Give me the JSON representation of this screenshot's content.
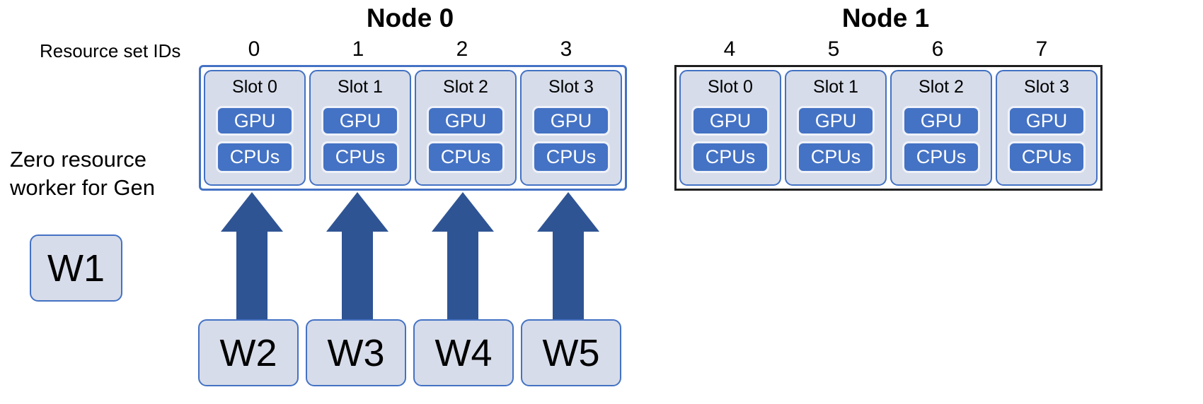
{
  "labels": {
    "resource_set_ids": "Resource set IDs",
    "zero_resource_worker_line1": "Zero resource",
    "zero_resource_worker_line2": "worker for Gen"
  },
  "nodes": [
    {
      "title": "Node 0",
      "resource_set_ids": [
        "0",
        "1",
        "2",
        "3"
      ],
      "slots": [
        {
          "label": "Slot 0",
          "gpu": "GPU",
          "cpus": "CPUs"
        },
        {
          "label": "Slot 1",
          "gpu": "GPU",
          "cpus": "CPUs"
        },
        {
          "label": "Slot 2",
          "gpu": "GPU",
          "cpus": "CPUs"
        },
        {
          "label": "Slot 3",
          "gpu": "GPU",
          "cpus": "CPUs"
        }
      ]
    },
    {
      "title": "Node 1",
      "resource_set_ids": [
        "4",
        "5",
        "6",
        "7"
      ],
      "slots": [
        {
          "label": "Slot 0",
          "gpu": "GPU",
          "cpus": "CPUs"
        },
        {
          "label": "Slot 1",
          "gpu": "GPU",
          "cpus": "CPUs"
        },
        {
          "label": "Slot 2",
          "gpu": "GPU",
          "cpus": "CPUs"
        },
        {
          "label": "Slot 3",
          "gpu": "GPU",
          "cpus": "CPUs"
        }
      ]
    }
  ],
  "workers": {
    "zero_resource_worker": "W1",
    "gen_workers": [
      "W2",
      "W3",
      "W4",
      "W5"
    ]
  },
  "colors": {
    "accent-blue": "#4472C4",
    "panel-fill": "#D6DCE9",
    "chip-fill": "#4472C4",
    "chip-border": "#EFF2F9",
    "arrow-blue": "#2F5494",
    "node1-border": "#1F1F1F",
    "text-color": "#000000"
  }
}
